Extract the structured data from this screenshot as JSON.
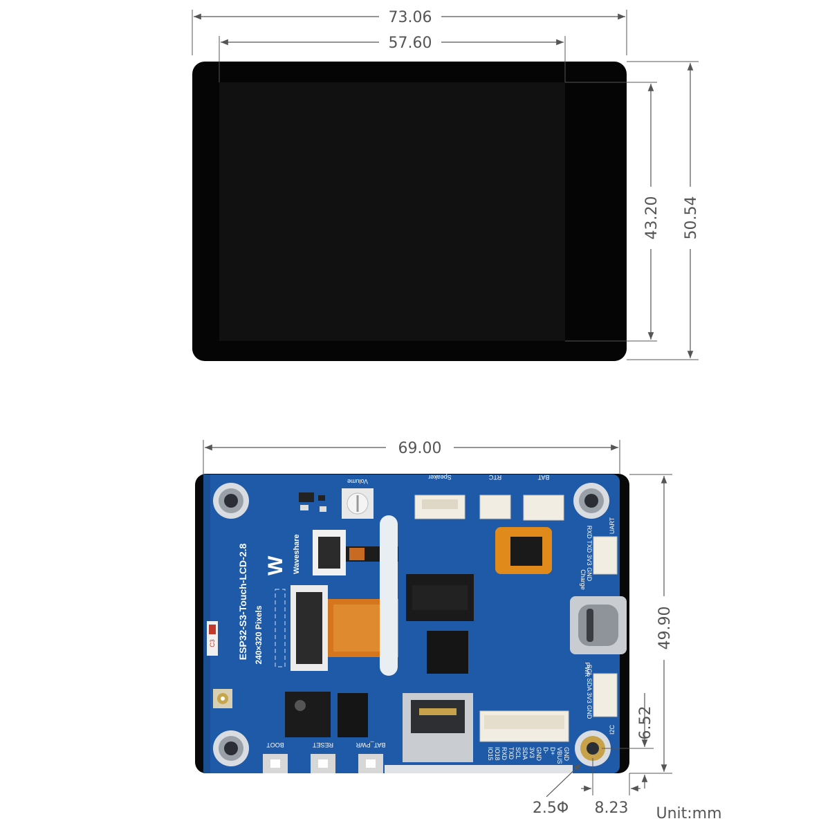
{
  "dimensions": {
    "top_outer_width": "73.06",
    "top_active_width": "57.60",
    "top_active_height": "43.20",
    "top_outer_height": "50.54",
    "bottom_board_width": "69.00",
    "bottom_board_height": "49.90",
    "hole_offset_v": "6.52",
    "hole_offset_h": "8.23",
    "hole_diameter": "2.5Φ",
    "unit": "Unit:mm"
  },
  "board": {
    "brand": "Waveshare",
    "model": "ESP32-S3-Touch-LCD-2.8",
    "resolution": "240×320 Pixels",
    "labels": {
      "volume": "Volume",
      "speaker": "Speaker",
      "rtc": "RTC",
      "bat": "BAT",
      "uart": "UART",
      "charge": "Charge",
      "pwr": "PWR",
      "i2c": "I2C",
      "boot": "BOOT",
      "reset": "RESET",
      "bat_pwr": "BAT_PWR",
      "cap": "C3",
      "uart_pins": [
        "RXD",
        "TXD",
        "3V3",
        "GND"
      ],
      "i2c_pins": [
        "SCL",
        "SDA",
        "3V3",
        "GND"
      ],
      "header_pins": [
        "IO15",
        "IO18",
        "RXD",
        "TXD",
        "SCL",
        "SDA",
        "3V3",
        "GND",
        "D-",
        "D+",
        "VBUS",
        "GND"
      ]
    }
  },
  "colors": {
    "board_blue": "#1e5aa8",
    "screen_black": "#0a0a0a",
    "dimension_line": "#555555"
  }
}
